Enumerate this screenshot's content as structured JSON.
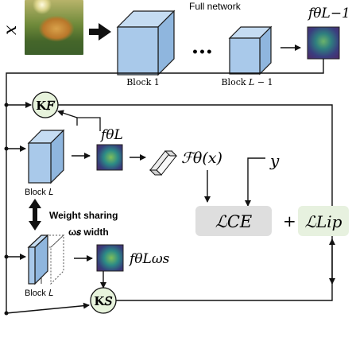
{
  "labels": {
    "x": "𝑥",
    "full_network": "Full network",
    "block1": "Block 1",
    "dots": "•••",
    "block_l_minus_1": "Block 𝐿 − 1",
    "f_theta_l_minus_1": "𝑓𝜃𝐿−1",
    "kf": "𝐊𝐹",
    "block_l": "Block 𝐿",
    "f_theta_l": "𝑓𝜃𝐿",
    "f_theta_x": "ℱ𝜃(𝑥)",
    "y": "𝑦",
    "weight_sharing": "Weight sharing",
    "omega_width": "ω𝑠 width",
    "block_l_small": "Block 𝐿",
    "f_theta_l_omega": "𝑓𝜃𝐿ω𝑠",
    "ks": "𝐊𝑆",
    "loss_ce": "ℒ𝐶𝐸",
    "plus": "+",
    "loss_lip": "ℒ𝐿𝑖𝑝"
  },
  "colors": {
    "block_fill": "#a9c9ea",
    "block_stroke": "#1a1a1a",
    "ce_fill": "#dedede",
    "lip_fill": "#e7f1df",
    "circle_fill": "#e7f3dc"
  }
}
